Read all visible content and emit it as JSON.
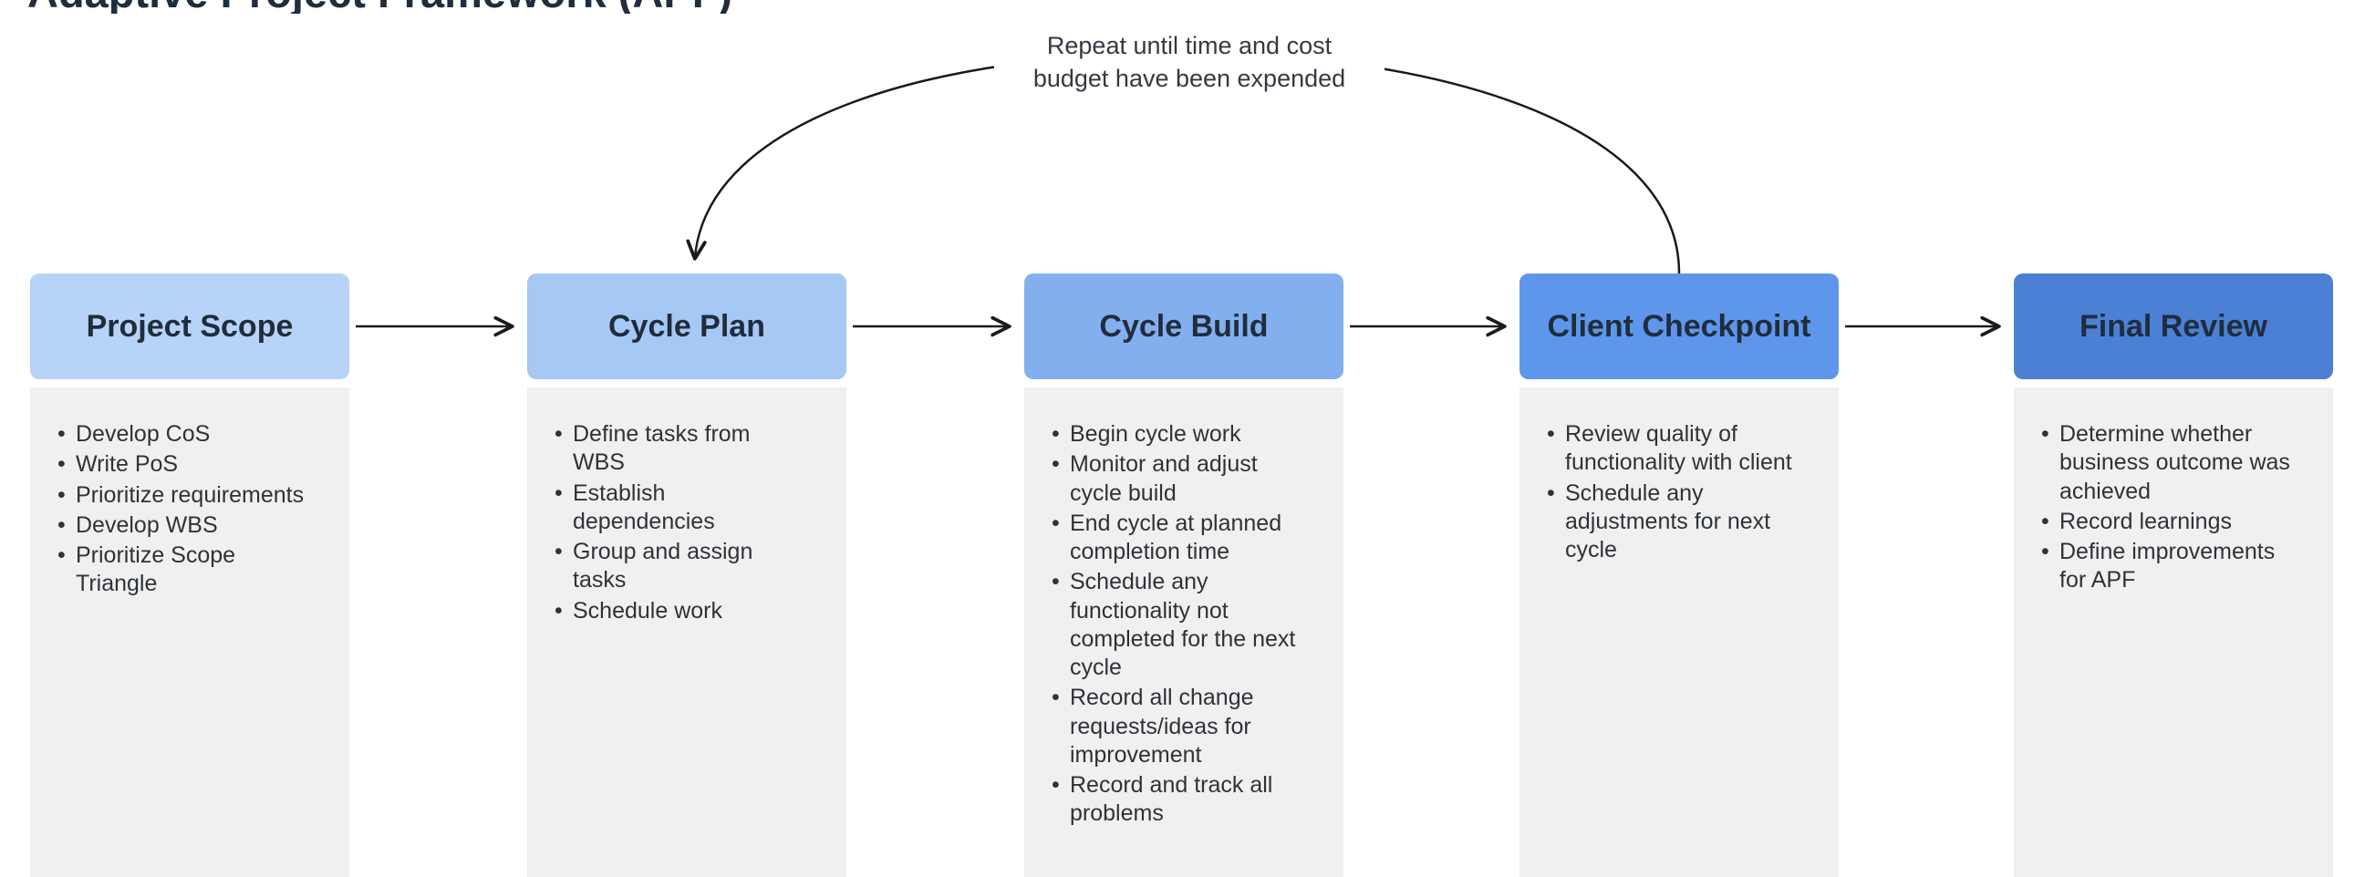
{
  "page": {
    "clipped_title": "Adaptive Project Framework (APF)"
  },
  "loop_annotation": {
    "label": "Repeat until time and cost\nbudget have been expended"
  },
  "stages": [
    {
      "title": "Project Scope",
      "color": "#B7D3F7",
      "items": [
        "Develop CoS",
        "Write PoS",
        "Prioritize requirements",
        "Develop WBS",
        "Prioritize Scope Triangle"
      ]
    },
    {
      "title": "Cycle Plan",
      "color": "#A6C8F5",
      "items": [
        "Define tasks from WBS",
        "Establish dependencies",
        "Group and assign tasks",
        "Schedule work"
      ]
    },
    {
      "title": "Cycle Build",
      "color": "#84AFEF",
      "items": [
        "Begin cycle work",
        "Monitor and adjust cycle build",
        "End cycle at planned completion time",
        "Schedule any functionality not completed for the next cycle",
        "Record all change requests/ideas for improvement",
        "Record and track all problems"
      ]
    },
    {
      "title": "Client Checkpoint",
      "color": "#5E96EB",
      "items": [
        "Review quality of functionality with client",
        "Schedule any adjustments for next cycle"
      ]
    },
    {
      "title": "Final Review",
      "color": "#4B80D5",
      "items": [
        "Determine whether business outcome was achieved",
        "Record learnings",
        "Define improvements for APF"
      ]
    }
  ]
}
